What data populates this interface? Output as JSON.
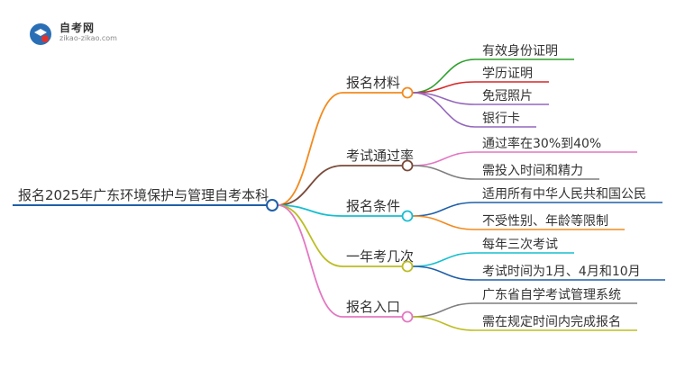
{
  "logo": {
    "name": "自考网",
    "url": "zikao-zikao.com"
  },
  "mindmap": {
    "root": "报名2025年广东环境保护与管理自考本科",
    "branches": [
      {
        "label": "报名材料",
        "color": "#f28a1e",
        "children": [
          {
            "label": "有效身份证明",
            "color": "#2ca02c"
          },
          {
            "label": "学历证明",
            "color": "#d62728"
          },
          {
            "label": "免冠照片",
            "color": "#9467bd"
          },
          {
            "label": "银行卡",
            "color": "#9467bd"
          }
        ]
      },
      {
        "label": "考试通过率",
        "color": "#7a4a3a",
        "children": [
          {
            "label": "通过率在30%到40%",
            "color": "#e377c2"
          },
          {
            "label": "需投入时间和精力",
            "color": "#7f7f7f"
          }
        ]
      },
      {
        "label": "报名条件",
        "color": "#17becf",
        "children": [
          {
            "label": "适用所有中华人民共和国公民",
            "color": "#1f5fa8"
          },
          {
            "label": "不受性别、年龄等限制",
            "color": "#f28a1e"
          }
        ]
      },
      {
        "label": "一年考几次",
        "color": "#bcbd22",
        "children": [
          {
            "label": "每年三次考试",
            "color": "#17becf"
          },
          {
            "label": "考试时间为1月、4月和10月",
            "color": "#1f5fa8"
          }
        ]
      },
      {
        "label": "报名入口",
        "color": "#e377c2",
        "children": [
          {
            "label": "广东省自学考试管理系统",
            "color": "#7f7f7f"
          },
          {
            "label": "需在规定时间内完成报名",
            "color": "#bcbd22"
          }
        ]
      }
    ]
  }
}
